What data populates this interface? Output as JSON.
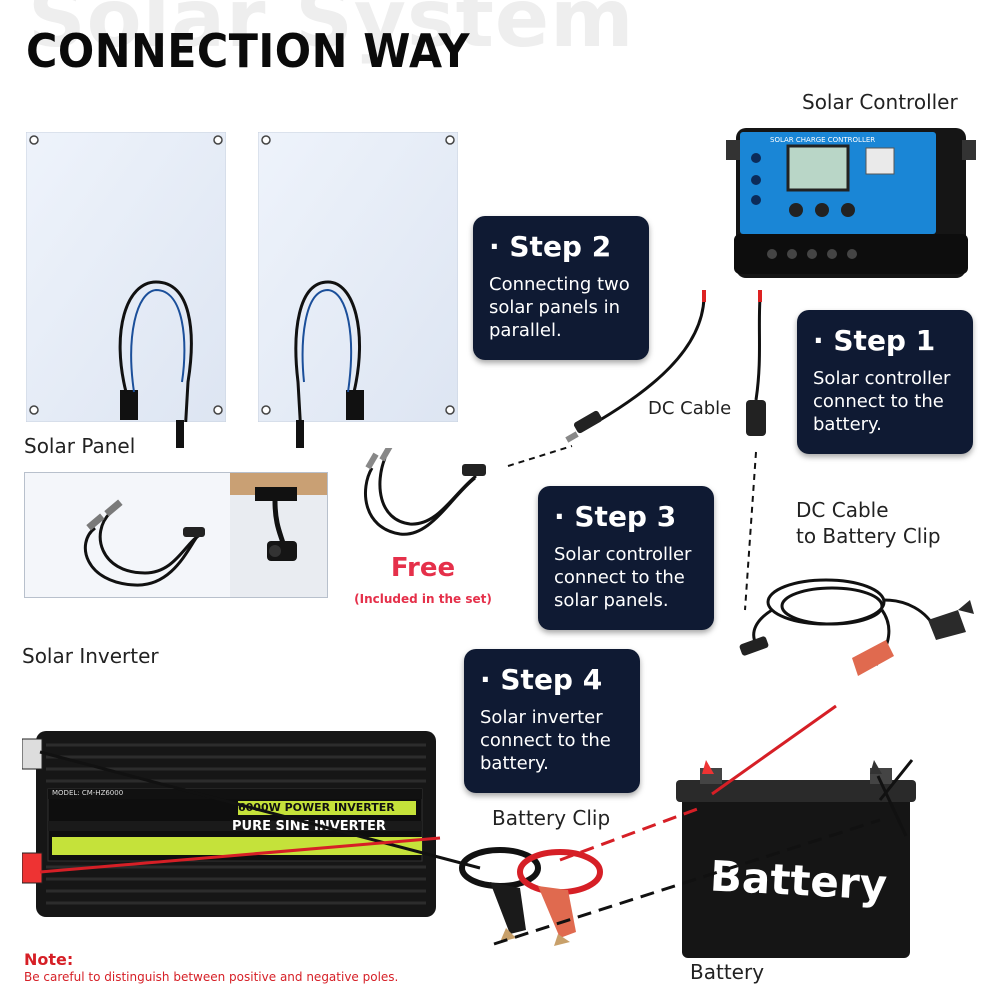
{
  "header": {
    "background_word": "Solar System",
    "title": "CONNECTION WAY"
  },
  "labels": {
    "solar_controller": "Solar Controller",
    "solar_panel": "Solar Panel",
    "solar_inverter": "Solar Inverter",
    "dc_cable": "DC Cable",
    "dc_cable_battery_line1": "DC Cable",
    "dc_cable_battery_line2": "to Battery Clip",
    "battery_clip": "Battery Clip",
    "battery": "Battery"
  },
  "steps": {
    "step1": {
      "title": "Step 1",
      "text": "Solar controller connect to the battery."
    },
    "step2": {
      "title": "Step 2",
      "text": "Connecting two solar panels in parallel."
    },
    "step3": {
      "title": "Step 3",
      "text": "Solar controller connect to the solar panels."
    },
    "step4": {
      "title": "Step 4",
      "text": "Solar inverter connect to the battery."
    }
  },
  "free": {
    "label": "Free",
    "sub": "(Included in the set)"
  },
  "controller": {
    "header": "SOLAR CHARGE CONTROLLER"
  },
  "inverter": {
    "model": "MODEL: CM-HZ6000",
    "power": "6000W POWER INVERTER",
    "wave": "PURE SINE INVERTER"
  },
  "battery_body_text": "Battery",
  "note": {
    "title": "Note:",
    "text": "Be careful to distinguish between positive and negative poles."
  },
  "colors": {
    "step_bg": "#0f1a33",
    "free": "#e5304a",
    "note": "#d61f26",
    "controller_blue": "#1a86d6"
  }
}
